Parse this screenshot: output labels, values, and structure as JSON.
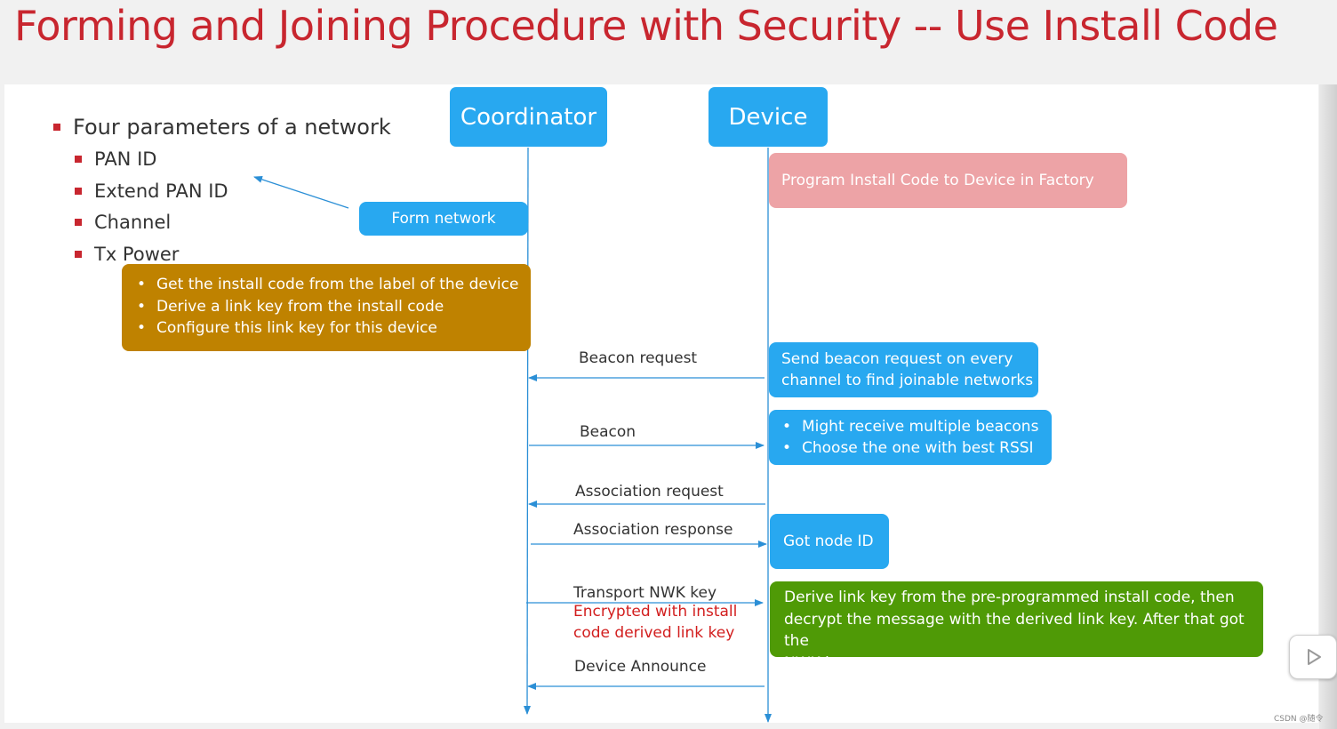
{
  "title": "Forming and Joining Procedure with Security  -- Use Install Code",
  "parameters": {
    "heading": "Four parameters of a network",
    "items": [
      "PAN ID",
      "Extend PAN ID",
      "Channel",
      "Tx Power"
    ]
  },
  "lifelines": {
    "coordinator": "Coordinator",
    "device": "Device"
  },
  "notes": {
    "form_network": "Form network",
    "factory": "Program Install Code to Device in Factory",
    "install_code_steps": [
      "Get the install code from the label of the device",
      "Derive a link key from the install code",
      "Configure this link key for this device"
    ],
    "beacon_request_note": [
      "Send beacon request on every",
      "channel to find joinable networks"
    ],
    "beacon_note": [
      "Might receive multiple beacons",
      "Choose the one with best RSSI"
    ],
    "node_id": "Got node ID",
    "derive_key": [
      "Derive link key from the pre-programmed install code, then",
      "decrypt the message with the derived link key. After that got the",
      "NWK key."
    ]
  },
  "messages": {
    "beacon_request": "Beacon request",
    "beacon": "Beacon",
    "association_request": "Association request",
    "association_response": "Association response",
    "transport_nwk_key": "Transport NWK key",
    "encrypted_note": [
      "Encrypted with install",
      "code derived link key"
    ],
    "device_announce": "Device Announce"
  },
  "watermark": "CSDN @随令",
  "colors": {
    "title": "#c8262f",
    "lifeline_blue": "#28a8f0",
    "pink": "#eda3a6",
    "gold": "#bf8200",
    "green": "#4f9a06",
    "red_text": "#d21e1e"
  },
  "icons": {
    "bullet": "red-square",
    "video": "play-icon"
  }
}
